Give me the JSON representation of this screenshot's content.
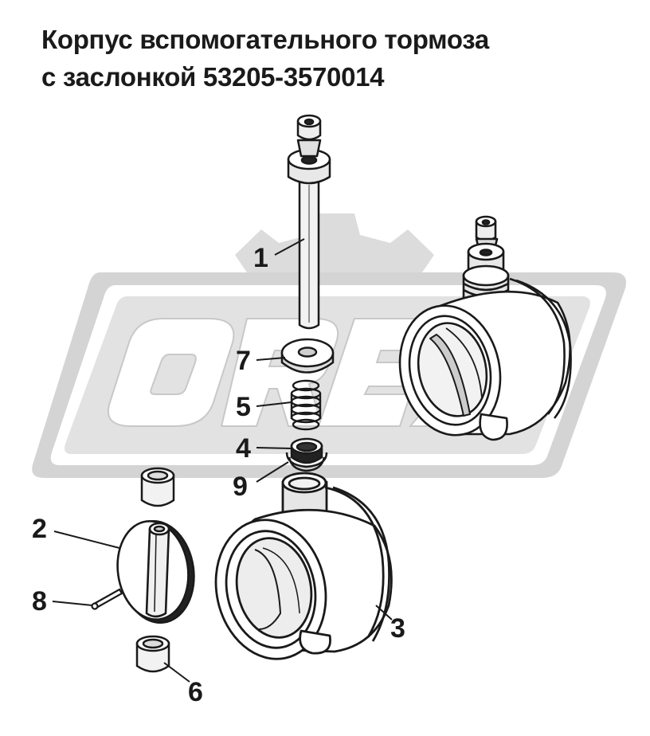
{
  "title": {
    "line1": "Корпус вспомогательного тормоза",
    "line2": "с заслонкой 53205-3570014"
  },
  "watermark": {
    "text": "OREX",
    "color": "#d4d4d4"
  },
  "callouts": [
    "1",
    "7",
    "5",
    "4",
    "9",
    "2",
    "8",
    "3",
    "6"
  ],
  "colors": {
    "ink": "#1a1a1a",
    "background": "#ffffff",
    "watermark": "#d6d6d6"
  }
}
